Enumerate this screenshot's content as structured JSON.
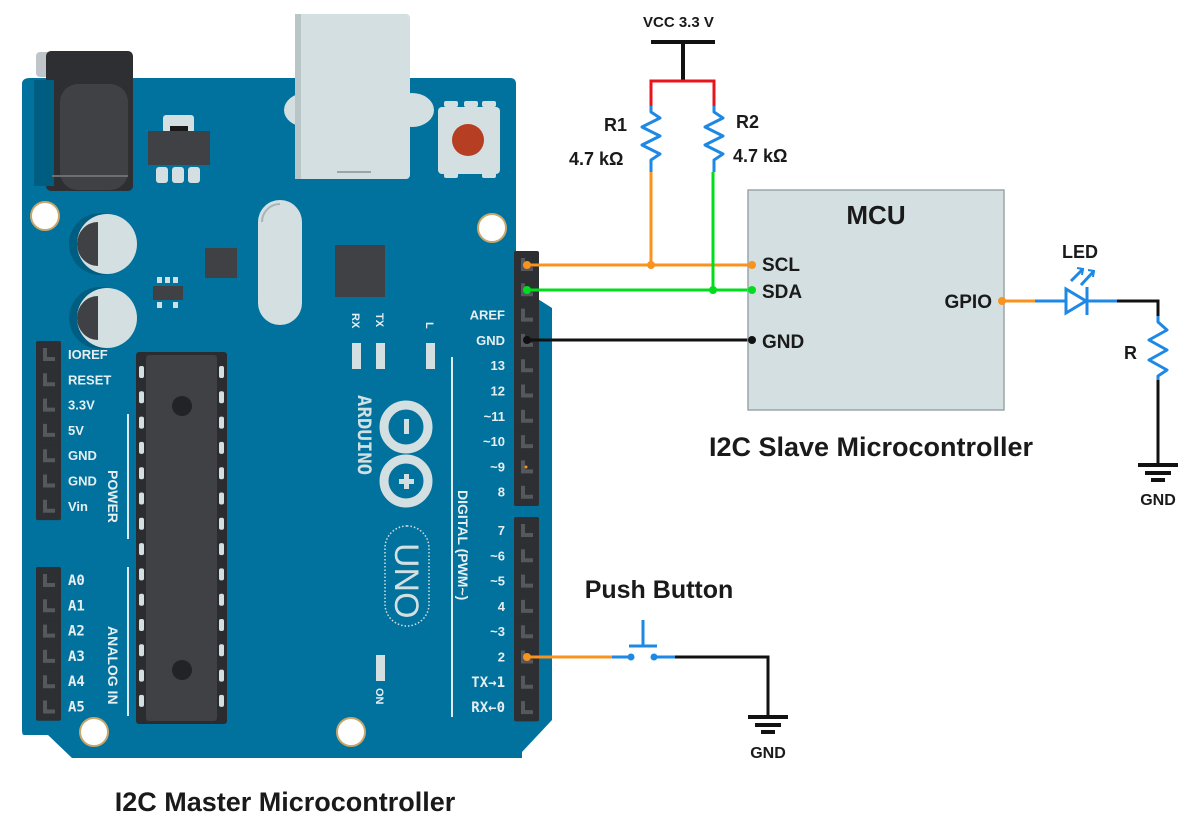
{
  "diagram": {
    "type": "circuit-schematic",
    "title_master": "I2C Master Microcontroller",
    "title_slave": "I2C Slave Microcontroller",
    "colors": {
      "board": "#00729d",
      "scl_wire": "#f7931e",
      "sda_wire": "#00dd1c",
      "gnd_wire": "#111111",
      "vcc_wire": "#e8141b",
      "component": "#1e88e5",
      "mcu_fill": "#d3dfe0",
      "reset_button": "#b63e22"
    }
  },
  "arduino": {
    "brand": "ARDUINO",
    "model": "UNO",
    "leds": [
      "RX",
      "TX",
      "L",
      "ON"
    ],
    "power_header": {
      "group_label": "POWER",
      "pins": [
        "IOREF",
        "RESET",
        "3.3V",
        "5V",
        "GND",
        "GND",
        "Vin"
      ]
    },
    "analog_header": {
      "group_label": "ANALOG IN",
      "pins": [
        "A0",
        "A1",
        "A2",
        "A3",
        "A4",
        "A5"
      ]
    },
    "digital_header": {
      "group_label": "DIGITAL (PWM~)",
      "upper_pins": [
        "",
        "",
        "AREF",
        "GND",
        "13",
        "12",
        "~11",
        "~10",
        "~9",
        "8"
      ],
      "lower_pins": [
        "7",
        "~6",
        "~5",
        "4",
        "~3",
        "2",
        "TX→1",
        "RX←0"
      ]
    }
  },
  "pullups": {
    "vcc_label": "VCC 3.3 V",
    "r1": {
      "name": "R1",
      "value": "4.7 kΩ"
    },
    "r2": {
      "name": "R2",
      "value": "4.7 kΩ"
    }
  },
  "mcu": {
    "label": "MCU",
    "pins": {
      "scl": "SCL",
      "sda": "SDA",
      "gnd": "GND",
      "gpio": "GPIO"
    }
  },
  "led_circuit": {
    "led_label": "LED",
    "resistor_label": "R",
    "gnd_label": "GND"
  },
  "button_circuit": {
    "label": "Push Button",
    "gnd_label": "GND"
  },
  "connections": [
    {
      "from": "Arduino SCL",
      "to": "MCU SCL",
      "wire": "scl_wire"
    },
    {
      "from": "Arduino SDA",
      "to": "MCU SDA",
      "wire": "sda_wire"
    },
    {
      "from": "Arduino GND",
      "to": "MCU GND",
      "wire": "gnd_wire"
    },
    {
      "from": "MCU GPIO",
      "to": "LED -> R -> GND",
      "wire": "scl_wire"
    },
    {
      "from": "Arduino pin 2",
      "to": "Push Button -> GND",
      "wire": "scl_wire"
    }
  ]
}
